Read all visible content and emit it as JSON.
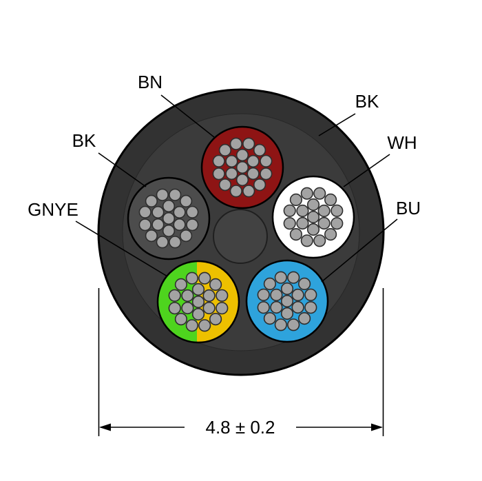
{
  "diagram": {
    "labels": {
      "bn": "BN",
      "bk_jacket": "BK",
      "bk_core": "BK",
      "wh": "WH",
      "gnye": "GNYE",
      "bu": "BU"
    },
    "dimension": {
      "value": "4.8 ± 0.2"
    },
    "colors": {
      "jacket": "#323232",
      "jacket_inner": "#3b3b3b",
      "jacket_stroke": "#000000",
      "filler": "#424242",
      "filler_stroke": "#1f1f1f",
      "strand": "#a3a3a3",
      "strand_stroke": "#2e2e2e",
      "conductor_stroke": "#000000",
      "bn": "#8e1414",
      "bk": "#4c4c4c",
      "wh": "#ffffff",
      "bu": "#2ea3dc",
      "gn": "#4ed41e",
      "ye": "#edc000"
    }
  }
}
